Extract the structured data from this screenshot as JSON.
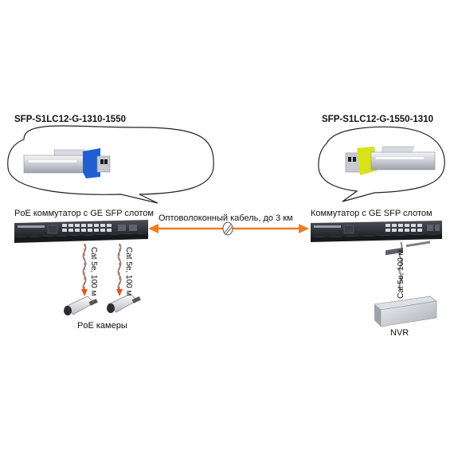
{
  "left": {
    "sfp_model": "SFP-S1LC12-G-1310-1550",
    "switch_label": "PoE коммутатор с GE SFP слотом",
    "cable_label_1": "Cat 5e, 100 м",
    "cable_label_2": "Cat 5e, 100 м",
    "device_label": "PoE камеры"
  },
  "right": {
    "sfp_model": "SFP-S1LC12-G-1550-1310",
    "switch_label": "Коммутатор с GE SFP слотом",
    "cable_label": "Cat 5e, 100 м",
    "device_label": "NVR"
  },
  "link": {
    "label": "Оптоволоконный кабель, до  3 км"
  },
  "colors": {
    "fiber": "#f07c22",
    "sfp_blue": "#1f5fd0",
    "sfp_yellow": "#d9e21a",
    "switch_body": "#2b2e33"
  }
}
